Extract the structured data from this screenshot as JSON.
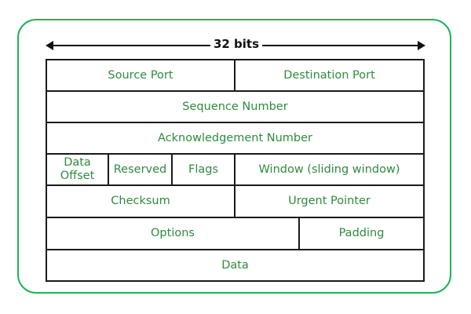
{
  "width_label": "32 bits",
  "colors": {
    "frame": "#1fb35a",
    "text": "#2e8b3e",
    "lines": "#1a1a1a"
  },
  "fields": {
    "source_port": "Source Port",
    "destination_port": "Destination Port",
    "sequence_number": "Sequence Number",
    "acknowledgement_number": "Acknowledgement Number",
    "data_offset": "Data Offset",
    "reserved": "Reserved",
    "flags": "Flags",
    "window": "Window (sliding window)",
    "checksum": "Checksum",
    "urgent_pointer": "Urgent Pointer",
    "options": "Options",
    "padding": "Padding",
    "data": "Data"
  }
}
